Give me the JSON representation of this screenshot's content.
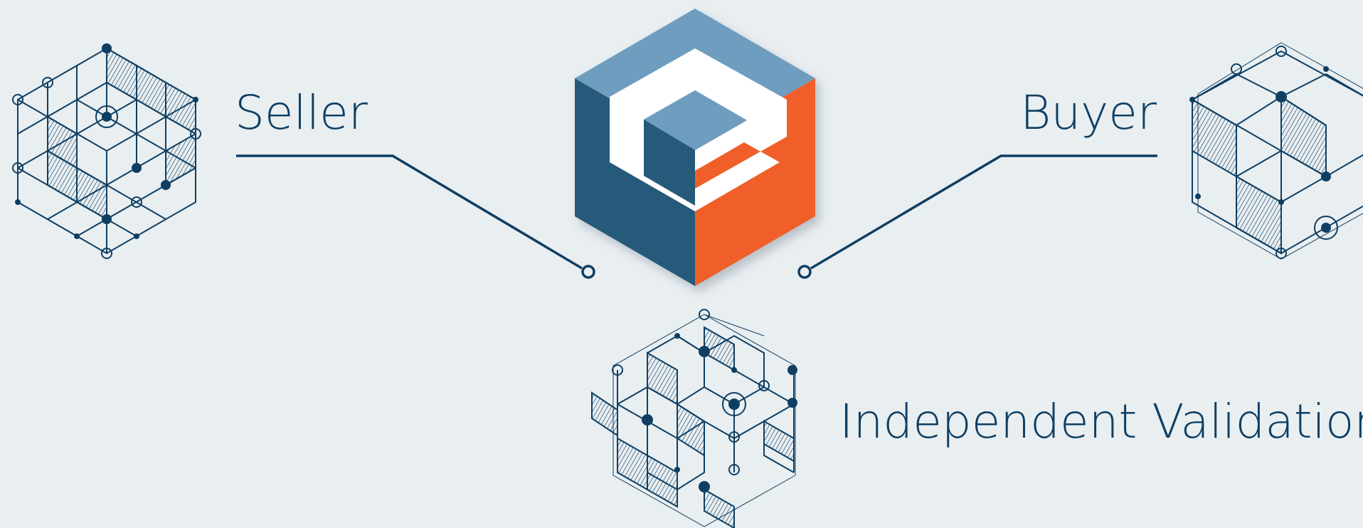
{
  "labels": {
    "seller": "Seller",
    "buyer": "Buyer",
    "validation": "Independent Validation"
  },
  "colors": {
    "background": "#e9eef1",
    "line": "#0e3f63",
    "logo_top": "#6e9dbf",
    "logo_left": "#255a7a",
    "logo_right": "#f05f2b",
    "logo_mark": "#ffffff"
  },
  "icons": [
    "seller-cube-grid-icon",
    "buyer-cube-grid-icon",
    "validation-cube-grid-icon",
    "logo-cube-icon"
  ]
}
